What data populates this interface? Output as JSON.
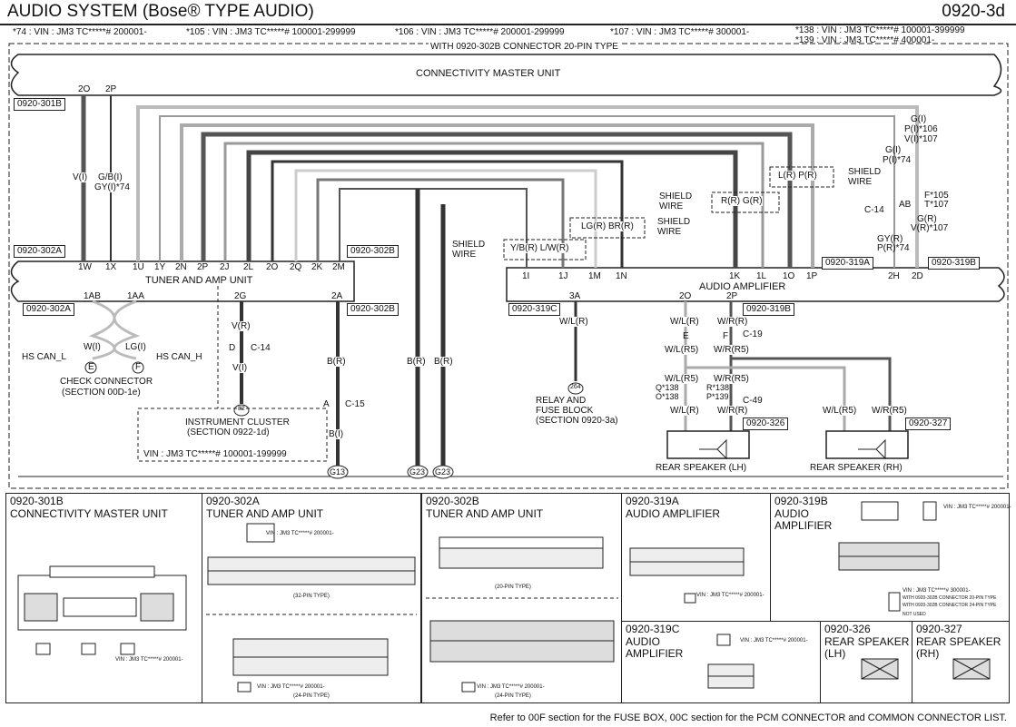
{
  "header": {
    "title": "AUDIO SYSTEM (Bose® TYPE AUDIO)",
    "page": "0920-3d"
  },
  "vin_notes": {
    "n74": "*74 : VIN : JM3 TC*****# 200001-",
    "n105": "*105 : VIN : JM3 TC*****# 100001-299999",
    "n106": "*106 : VIN : JM3 TC*****# 200001-299999",
    "n107": "*107 : VIN : JM3 TC*****# 300001-",
    "n138": "*138 : VIN : JM3 TC*****# 100001-399999",
    "n139": "*139 : VIN : JM3 TC*****# 400001-"
  },
  "connector_note": "WITH 0920-302B CONNECTOR 20-PIN TYPE",
  "units": {
    "cmu": "CONNECTIVITY MASTER UNIT",
    "tuner": "TUNER AND AMP UNIT",
    "amp": "AUDIO AMPLIFIER",
    "check": "CHECK CONNECTOR",
    "check_sec": "(SECTION 00D-1e)",
    "cluster": "INSTRUMENT CLUSTER",
    "cluster_sec": "(SECTION 0922-1d)",
    "cluster_vin": "VIN : JM3 TC*****# 100001-199999",
    "relay": "RELAY AND",
    "relay2": "FUSE BLOCK",
    "relay_sec": "(SECTION 0920-3a)",
    "spk_lh": "REAR SPEAKER (LH)",
    "spk_rh": "REAR SPEAKER (RH)",
    "hs_canl": "HS CAN_L",
    "hs_canh": "HS CAN_H"
  },
  "connectors": {
    "c301b": "0920-301B",
    "c302a": "0920-302A",
    "c302b": "0920-302B",
    "c319a": "0920-319A",
    "c319b": "0920-319B",
    "c319c": "0920-319C",
    "c326": "0920-326",
    "c327": "0920-327"
  },
  "pins_top": [
    "2O",
    "2P"
  ],
  "pins_tuner": [
    "1W",
    "1X",
    "1U",
    "1Y",
    "2N",
    "2P",
    "2J",
    "2L",
    "2O",
    "2Q",
    "2K",
    "2M"
  ],
  "pins_amp": [
    "1I",
    "1J",
    "1M",
    "1N",
    "1K",
    "1L",
    "1O",
    "1P",
    "2H",
    "2D"
  ],
  "pins_misc": {
    "p1ab": "1AB",
    "p1aa": "1AA",
    "p2g": "2G",
    "p2a": "2A",
    "p3a": "3A",
    "p2o": "2O",
    "p2p": "2P"
  },
  "wire_labels": {
    "vi": "V(I)",
    "gbi": "G/B(I)",
    "gyi": "GY(I)*74",
    "lr_pr": "L(R)  P(R)",
    "rr_gr": "R(R)  G(R)",
    "lgr_brr": "LG(R)  BR(R)",
    "ybr_lwr": "Y/B(R)  L/W(R)",
    "shield": "SHIELD",
    "wire": "WIRE",
    "gi": "G(I)",
    "pi106": "P(I)*106",
    "vi107": "V(I)*107",
    "gi2": "G(I)",
    "pi74": "P(I)*74",
    "c14": "C-14",
    "ab": "AB",
    "f105": "F*105",
    "t107": "T*107",
    "gr": "G(R)",
    "vr107": "V(R)*107",
    "gyr": "GY(R)",
    "pr74": "P(R)*74",
    "vr": "V(R)",
    "d": "D",
    "vi2": "V(I)",
    "br": "B(R)",
    "a": "A",
    "c15": "C-15",
    "bi": "B(I)",
    "wi": "W(I)",
    "lgi": "LG(I)",
    "e": "E",
    "f": "F",
    "wlr": "W/L(R)",
    "wrr": "W/R(R)",
    "e2": "E",
    "f2": "F",
    "c19": "C-19",
    "wlr5": "W/L(R5)",
    "wrr5": "W/R(R5)",
    "c49": "C-49",
    "q138": "Q*138",
    "o138": "O*138",
    "r138": "R*138",
    "p139": "P*139",
    "ground_g13": "G13",
    "ground_g23": "G23",
    "g264": "264",
    "g82": "82"
  },
  "panels": [
    {
      "code": "0920-301B",
      "name": "CONNECTIVITY MASTER UNIT"
    },
    {
      "code": "0920-302A",
      "name": "TUNER AND AMP UNIT"
    },
    {
      "code": "0920-302B",
      "name": "TUNER AND AMP UNIT"
    },
    {
      "code": "0920-319A",
      "name": "AUDIO AMPLIFIER"
    },
    {
      "code": "0920-319B",
      "name": "AUDIO AMPLIFIER"
    },
    {
      "code": "0920-319C",
      "name": "AUDIO AMPLIFIER"
    },
    {
      "code": "0920-326",
      "name": "REAR SPEAKER (LH)"
    },
    {
      "code": "0920-327",
      "name": "REAR SPEAKER (RH)"
    }
  ],
  "panel_notes": {
    "pin32": "(32-PIN TYPE)",
    "pin24": "(24-PIN TYPE)",
    "pin20": "(20-PIN TYPE)",
    "vin200": "VIN : JM3 TC*****# 200001-",
    "vin300": "VIN : JM3 TC*****# 300001-",
    "with20": "WITH 0920-302B CONNECTOR 20-PIN TYPE",
    "with24": "WITH 0920-302B CONNECTOR 24-PIN TYPE",
    "notused": "NOT USED"
  },
  "footer": "Refer to 00F section for the FUSE BOX, 00C section for the PCM CONNECTOR and COMMON CONNECTOR LIST."
}
